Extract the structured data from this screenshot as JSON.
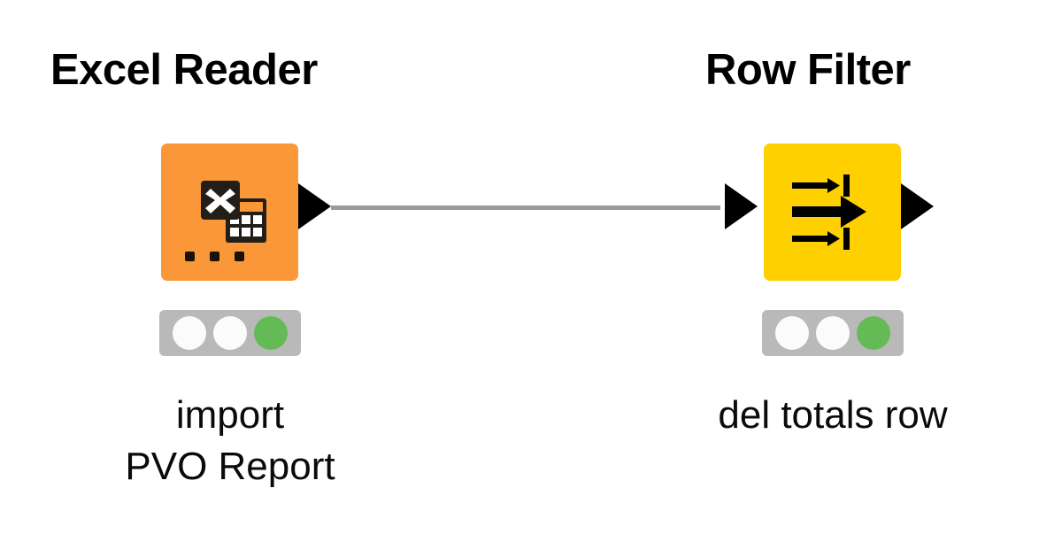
{
  "workflow": {
    "connector_color": "#9a9a9a",
    "nodes": [
      {
        "title": "Excel Reader",
        "type_color": "#FA9739",
        "icon": "excel-spreadsheet-icon",
        "label_lines": [
          "import",
          "PVO Report"
        ],
        "status": {
          "leds": [
            "idle",
            "idle",
            "executed"
          ],
          "active_color": "#64BB55"
        }
      },
      {
        "title": "Row Filter",
        "type_color": "#FFD000",
        "icon": "row-filter-arrows-icon",
        "label_lines": [
          "del totals row"
        ],
        "status": {
          "leds": [
            "idle",
            "idle",
            "executed"
          ],
          "active_color": "#64BB55"
        }
      }
    ]
  }
}
